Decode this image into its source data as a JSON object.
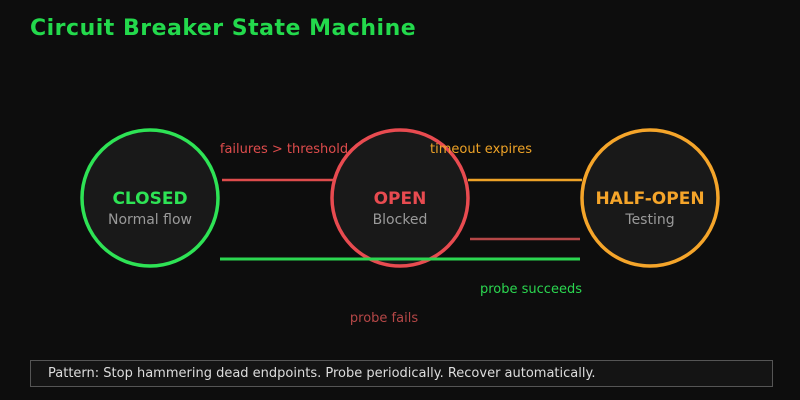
{
  "page": {
    "title": "Circuit Breaker State Machine"
  },
  "colors": {
    "background": "#0d0d0d",
    "title_green": "#23d94c",
    "circle_fill": "#191919",
    "muted_text": "#9a9a9a",
    "footer_text": "#dddddd",
    "footer_border": "#555555"
  },
  "diagram": {
    "states": [
      {
        "name": "CLOSED",
        "subtitle": "Normal flow",
        "color": "#2ee355"
      },
      {
        "name": "OPEN",
        "subtitle": "Blocked",
        "color": "#e84b50"
      },
      {
        "name": "HALF-OPEN",
        "subtitle": "Testing",
        "color": "#f5a52a"
      }
    ],
    "transitions": [
      {
        "label": "failures > threshold",
        "from": "CLOSED",
        "to": "OPEN",
        "color": "#de4c4c"
      },
      {
        "label": "timeout expires",
        "from": "OPEN",
        "to": "HALF-OPEN",
        "color": "#eda227"
      },
      {
        "label": "probe fails",
        "from": "HALF-OPEN",
        "to": "OPEN",
        "color": "#b54747"
      },
      {
        "label": "probe succeeds",
        "from": "HALF-OPEN",
        "to": "CLOSED",
        "color": "#2bd650"
      }
    ]
  },
  "footer": {
    "note": "Pattern: Stop hammering dead endpoints. Probe periodically. Recover automatically."
  }
}
